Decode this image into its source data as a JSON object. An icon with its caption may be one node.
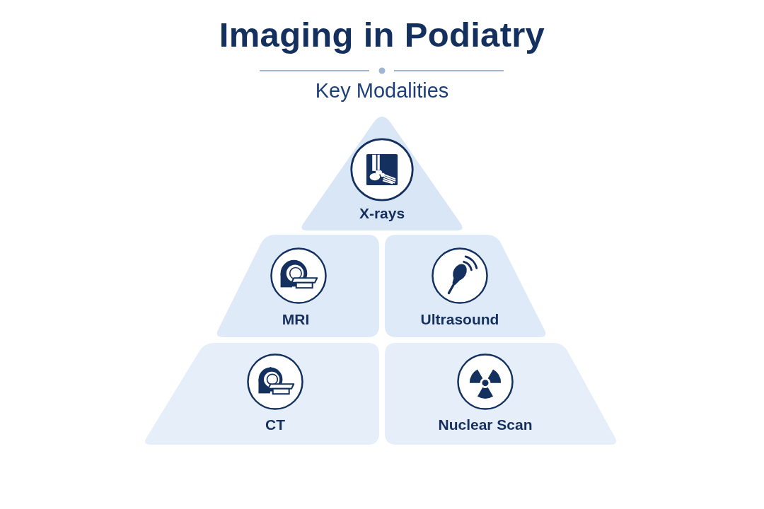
{
  "diagram": {
    "title": "Imaging in Podiatry",
    "nodes": [
      {
        "text": [
          "X-rays"
        ]
      },
      {
        "text": [
          "MRI"
        ]
      },
      {
        "text": [
          "Ultrasound"
        ]
      },
      {
        "text": [
          "CT"
        ]
      },
      {
        "text": [
          "Nuclear Scan"
        ]
      }
    ],
    "labels": [
      "Key Modalities"
    ]
  }
}
